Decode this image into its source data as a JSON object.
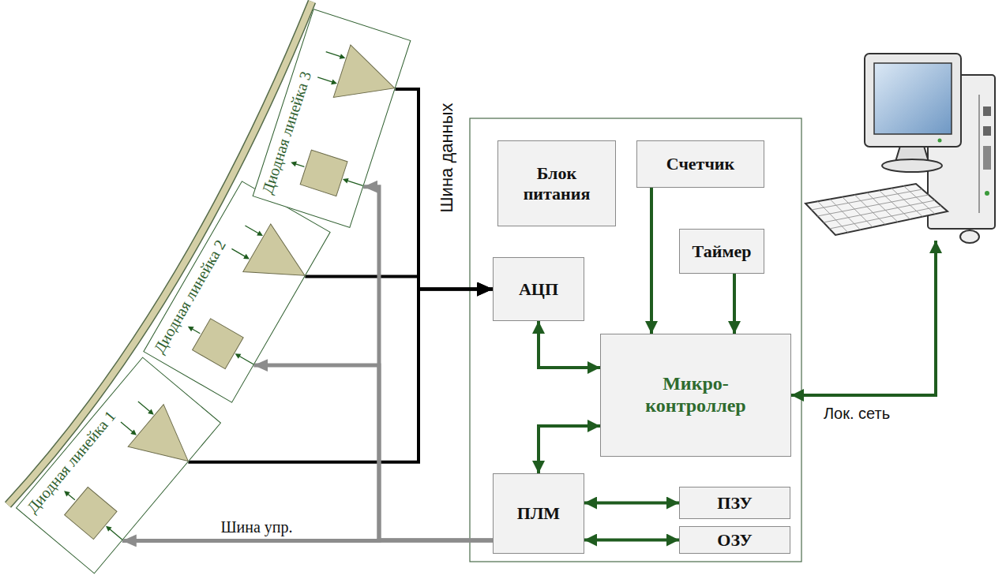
{
  "diagram": {
    "nodes": [
      {
        "text": [
          "Диодная линейка 1"
        ]
      },
      {
        "text": [
          "Диодная линейка 2"
        ]
      },
      {
        "text": [
          "Диодная линейка 3"
        ]
      },
      {
        "text": [
          "Блок питания"
        ]
      },
      {
        "text": [
          "Счетчик"
        ]
      },
      {
        "text": [
          "Таймер"
        ]
      },
      {
        "text": [
          "АЦП"
        ]
      },
      {
        "text": [
          "Микро- контроллер"
        ]
      },
      {
        "text": [
          "ПЛМ"
        ]
      },
      {
        "text": [
          "ПЗУ"
        ]
      },
      {
        "text": [
          "ОЗУ"
        ]
      }
    ],
    "edges": [
      {
        "from": 0,
        "to": 6,
        "arrow": "to"
      },
      {
        "from": 1,
        "to": 6,
        "arrow": "to"
      },
      {
        "from": 2,
        "to": 6,
        "arrow": "to"
      },
      {
        "from": 8,
        "to": 0,
        "arrow": "to"
      },
      {
        "from": 8,
        "to": 1,
        "arrow": "to"
      },
      {
        "from": 8,
        "to": 2,
        "arrow": "to"
      },
      {
        "from": 4,
        "to": 7,
        "arrow": "to"
      },
      {
        "from": 5,
        "to": 7,
        "arrow": "to"
      },
      {
        "from": 6,
        "to": 7,
        "arrow": "both"
      },
      {
        "from": 8,
        "to": 7,
        "arrow": "both"
      },
      {
        "from": 8,
        "to": 9,
        "arrow": "both"
      },
      {
        "from": 8,
        "to": 10,
        "arrow": "both"
      }
    ],
    "labels": [
      "Шина данных",
      "Шина упр.",
      "Лок. сеть"
    ]
  }
}
